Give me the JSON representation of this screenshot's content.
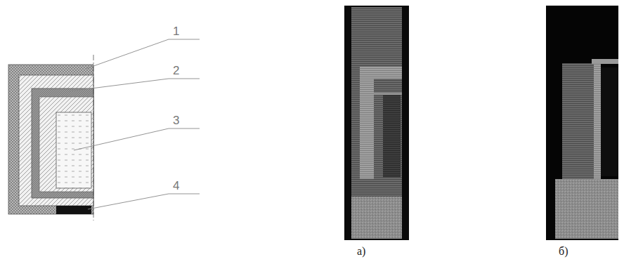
{
  "diagram": {
    "labels": [
      "1",
      "2",
      "3",
      "4",
      "а)",
      "б)"
    ]
  }
}
